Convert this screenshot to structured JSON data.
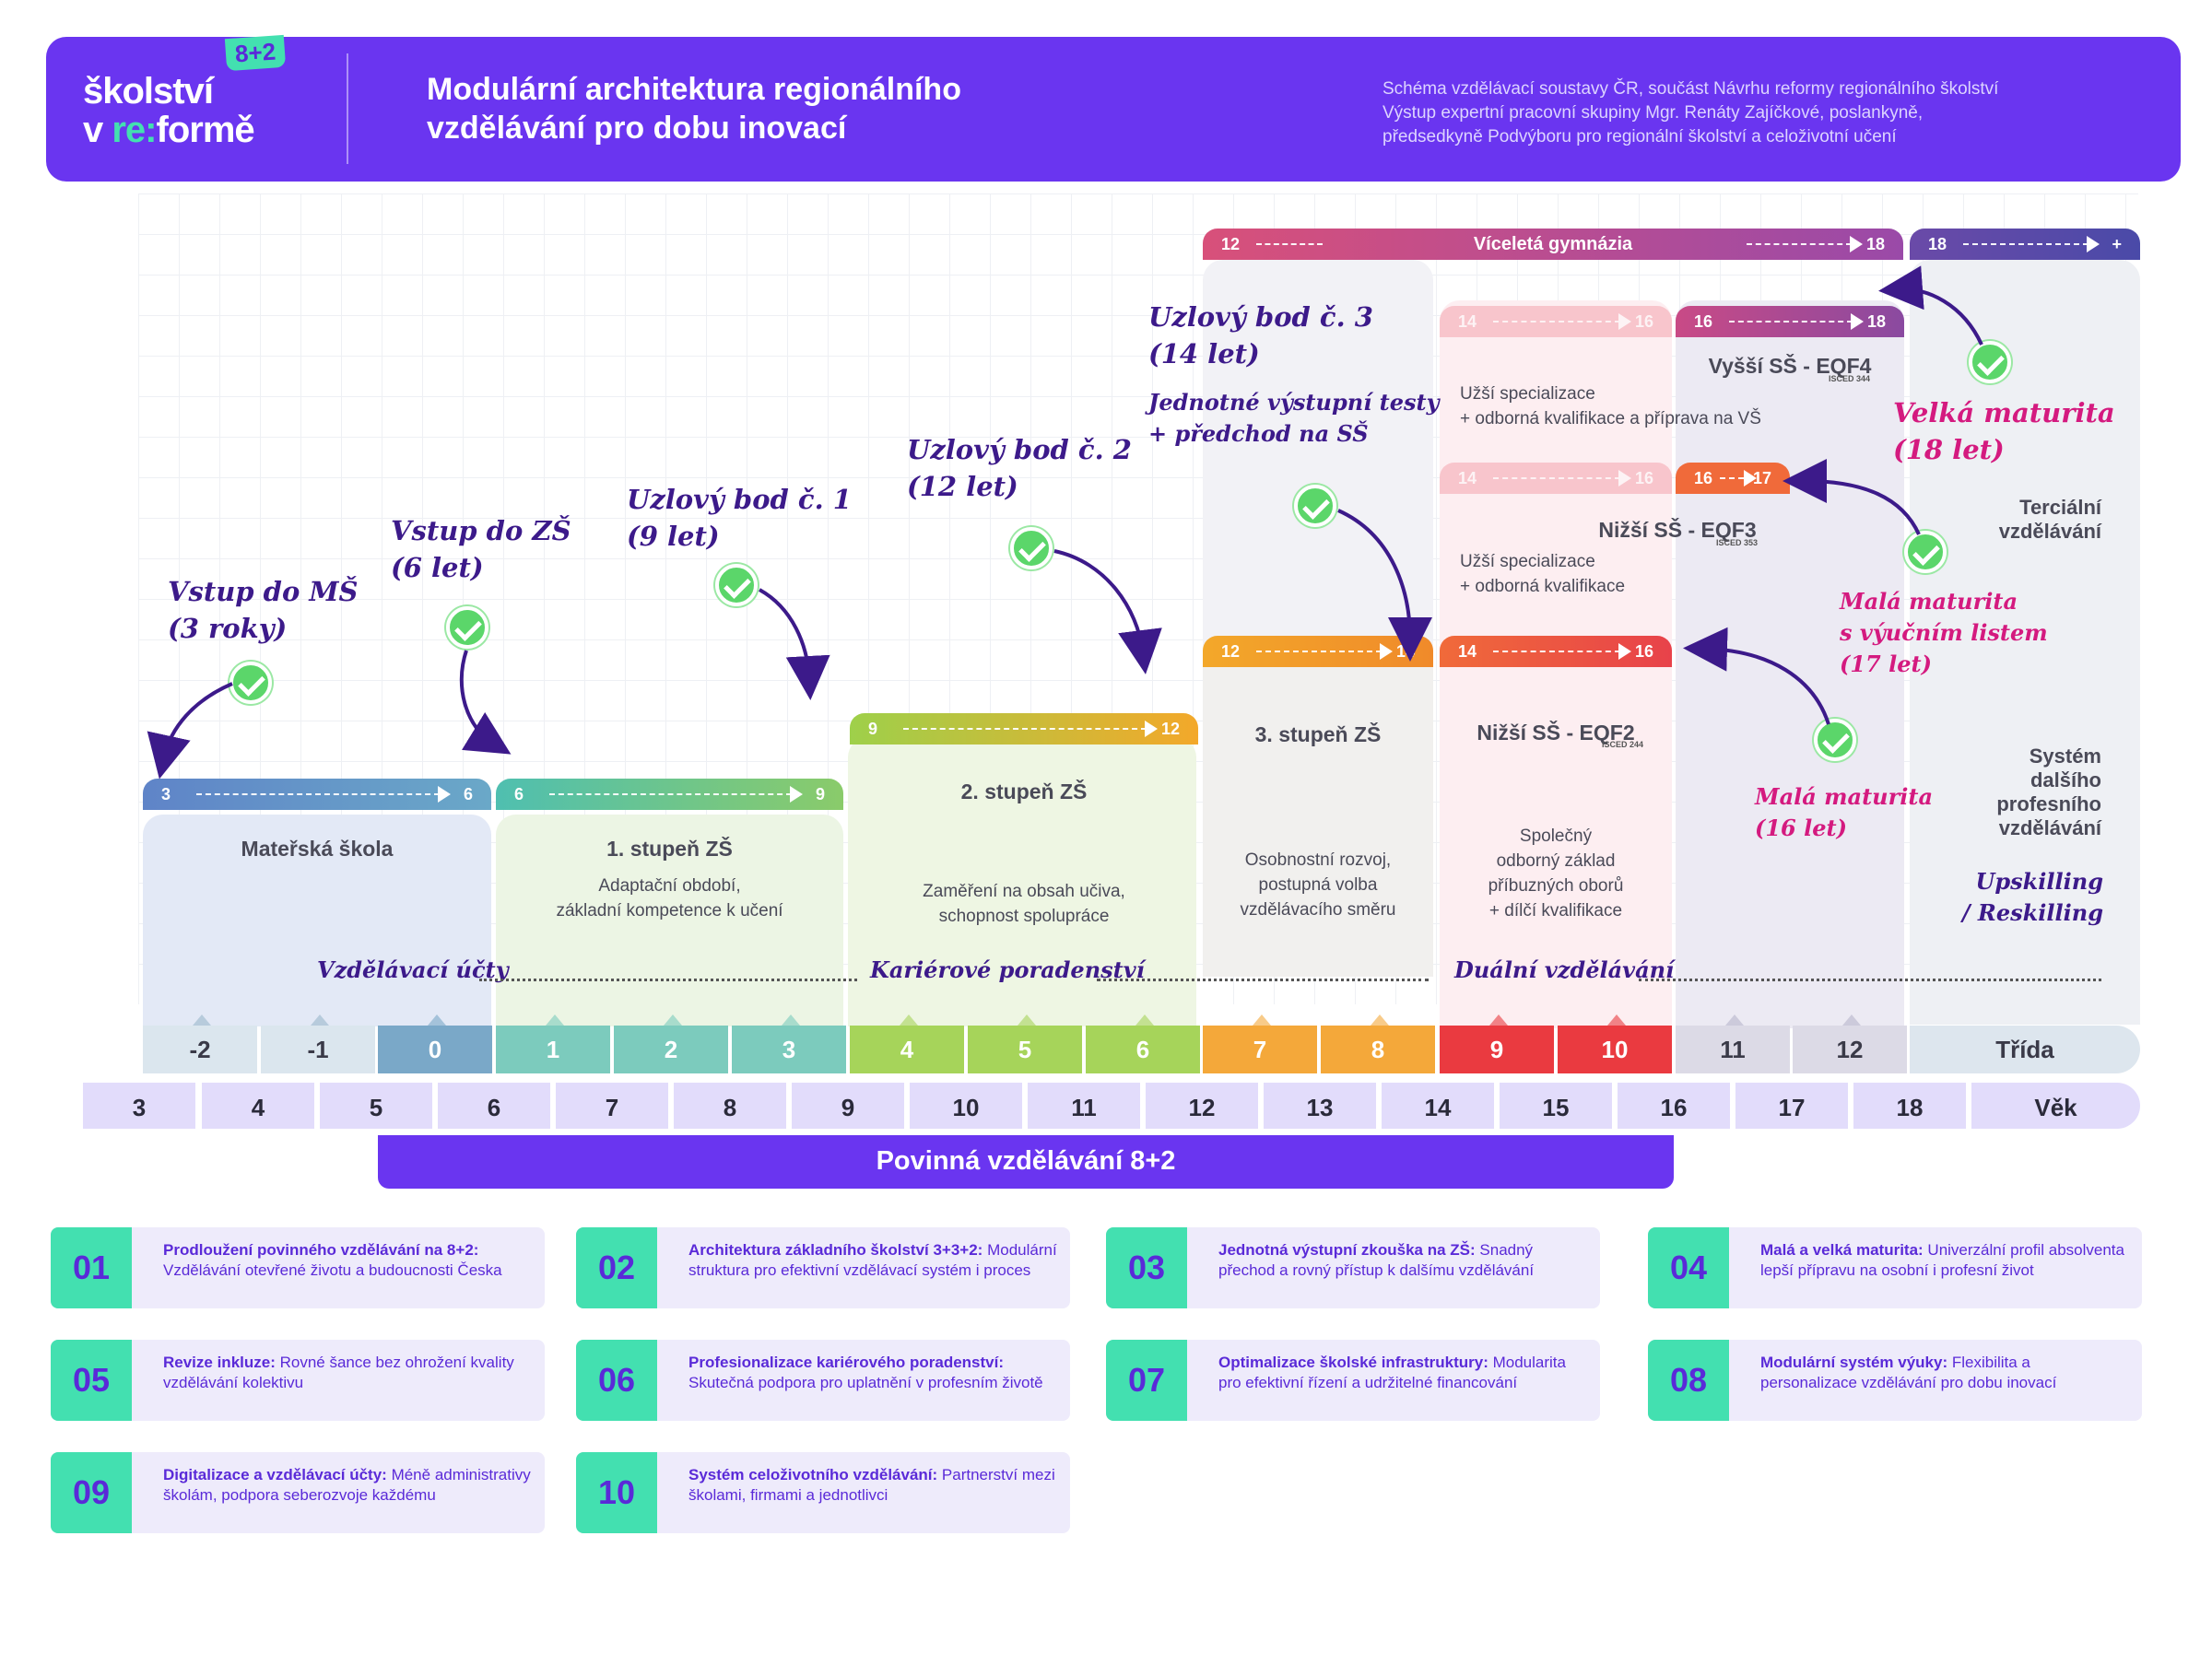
{
  "header": {
    "logo_badge": "8+2",
    "logo_line1": "školství",
    "logo_line2a": "v ",
    "logo_line2b": "re:",
    "logo_line2c": "formě",
    "title_line1": "Modulární architektura regionálního",
    "title_line2": "vzdělávání pro dobu inovací",
    "note_line1": "Schéma vzdělávací soustavy ČR, součást Návrhu reformy regionálního školství",
    "note_line2": "Výstup expertní pracovní skupiny Mgr. Renáty Zajíčkové, poslankyně,",
    "note_line3": "předsedkyně Podvýboru pro regionální školství a celoživotní učení"
  },
  "colors": {
    "brand": "#6a35f0",
    "accent": "#43e0b0",
    "ms": "#5f84c8",
    "zs1": "#4fbfb0",
    "zs2": "#9ed04a",
    "zs3": "#f3a02a",
    "ss": "#e8424a",
    "gym": "#c94a86",
    "terc": "#5a4aa8"
  },
  "strips": {
    "ms": {
      "from": "3",
      "to": "6"
    },
    "zs1": {
      "from": "6",
      "to": "9"
    },
    "zs2": {
      "from": "9",
      "to": "12"
    },
    "zs3": {
      "from": "12",
      "to": "14"
    },
    "eqf2": {
      "from": "14",
      "to": "16"
    },
    "eqf3": {
      "from": "16",
      "to": "17"
    },
    "eqf4": {
      "from": "16",
      "to": "18"
    },
    "faded1": {
      "from": "14",
      "to": "16"
    },
    "faded2": {
      "from": "14",
      "to": "16"
    },
    "gym": {
      "from": "12",
      "to": "18",
      "label": "Víceletá gymnázia"
    },
    "terc": {
      "from": "18",
      "to": "+"
    }
  },
  "boxes": {
    "ms_title": "Mateřská škola",
    "zs1_title": "1. stupeň ZŠ",
    "zs1_sub1": "Adaptační období,",
    "zs1_sub2": "základní kompetence k učení",
    "zs2_title": "2. stupeň ZŠ",
    "zs2_sub1": "Zaměření na obsah učiva,",
    "zs2_sub2": "schopnost spolupráce",
    "zs3_title": "3. stupeň ZŠ",
    "zs3_sub1": "Osobnostní rozvoj,",
    "zs3_sub2": "postupná volba",
    "zs3_sub3": "vzdělávacího směru",
    "eqf2_title": "Nižší SŠ - EQF2",
    "eqf2_isced": "ISCED 244",
    "eqf2_sub1": "Společný",
    "eqf2_sub2": "odborný základ",
    "eqf2_sub3": "příbuzných oborů",
    "eqf2_sub4": "+ dílčí kvalifikace",
    "eqf3_title": "Nižší SŠ - EQF3",
    "eqf3_isced": "ISCED 353",
    "eqf3_sub1": "Užší specializace",
    "eqf3_sub2": "+ odborná kvalifikace",
    "eqf4_title": "Vyšší SŠ - EQF4",
    "eqf4_isced": "ISCED 344",
    "eqf4_sub1": "Užší specializace",
    "eqf4_sub2": "+ odborná kvalifikace a příprava na VŠ",
    "terc_line1": "Terciální",
    "terc_line2": "vzdělávání",
    "dalsi_line1": "Systém",
    "dalsi_line2": "dalšího",
    "dalsi_line3": "profesního",
    "dalsi_line4": "vzdělávání",
    "upskill1": "Upskilling",
    "upskill2": "/ Reskilling"
  },
  "milestones": {
    "ms_1": "Vstup do MŠ",
    "ms_2": "(3 roky)",
    "zs_1": "Vstup do ZŠ",
    "zs_2": "(6 let)",
    "ub1_1": "Uzlový  bod č. 1",
    "ub1_2": "(9 let)",
    "ub2_1": "Uzlový bod č. 2",
    "ub2_2": "(12 let)",
    "ub3_1": "Uzlový bod č. 3",
    "ub3_2": "(14 let)",
    "ub3_3": "Jednotné výstupní testy",
    "ub3_4": "+ předchod na SŠ",
    "vm_1": "Velká maturita",
    "vm_2": "(18 let)",
    "mml_1": "Malá maturita",
    "mml_2": "s výučním listem",
    "mml_3": "(17 let)",
    "mm_1": "Malá maturita",
    "mm_2": "(16 let)"
  },
  "tracks": {
    "ucty": "Vzdělávací účty",
    "poradenstvi": "Kariérové poradenství",
    "dualni": "Duální vzdělávání"
  },
  "trida": {
    "label": "Třída",
    "values": [
      "-2",
      "-1",
      "0",
      "1",
      "2",
      "3",
      "4",
      "5",
      "6",
      "7",
      "8",
      "9",
      "10",
      "11",
      "12"
    ]
  },
  "vek": {
    "label": "Věk",
    "values": [
      "3",
      "4",
      "5",
      "6",
      "7",
      "8",
      "9",
      "10",
      "11",
      "12",
      "13",
      "14",
      "15",
      "16",
      "17",
      "18"
    ]
  },
  "povinna": "Povinná vzdělávání 8+2",
  "cards": [
    {
      "num": "01",
      "bold": "Prodloužení povinného vzdělávání na 8+2:",
      "text": " Vzdělávání otevřené životu a budoucnosti Česka"
    },
    {
      "num": "02",
      "bold": "Architektura základního školství 3+3+2:",
      "text": " Modulární struktura pro efektivní vzdělávací systém i proces"
    },
    {
      "num": "03",
      "bold": "Jednotná výstupní zkouška na ZŠ:",
      "text": " Snadný přechod a rovný přístup k dalšímu vzdělávání"
    },
    {
      "num": "04",
      "bold": "Malá a velká maturita:",
      "text": " Univerzální profil absolventa lepší přípravu na osobní i profesní život"
    },
    {
      "num": "05",
      "bold": "Revize inkluze:",
      "text": " Rovné šance bez ohrožení kvality vzdělávání kolektivu"
    },
    {
      "num": "06",
      "bold": "Profesionalizace kariérového poradenství:",
      "text": " Skutečná podpora pro uplatnění v profesním životě"
    },
    {
      "num": "07",
      "bold": "Optimalizace školské infrastruktury:",
      "text": " Modularita pro efektivní řízení a udržitelné financování"
    },
    {
      "num": "08",
      "bold": "Modulární systém výuky:",
      "text": " Flexibilita a personalizace vzdělávání pro dobu inovací"
    },
    {
      "num": "09",
      "bold": "Digitalizace a vzdělávací účty:",
      "text": " Méně administrativy školám, podpora seberozvoje každému"
    },
    {
      "num": "10",
      "bold": "Systém celoživotního vzdělávání:",
      "text": " Partnerství mezi školami, firmami a jednotlivci"
    }
  ]
}
